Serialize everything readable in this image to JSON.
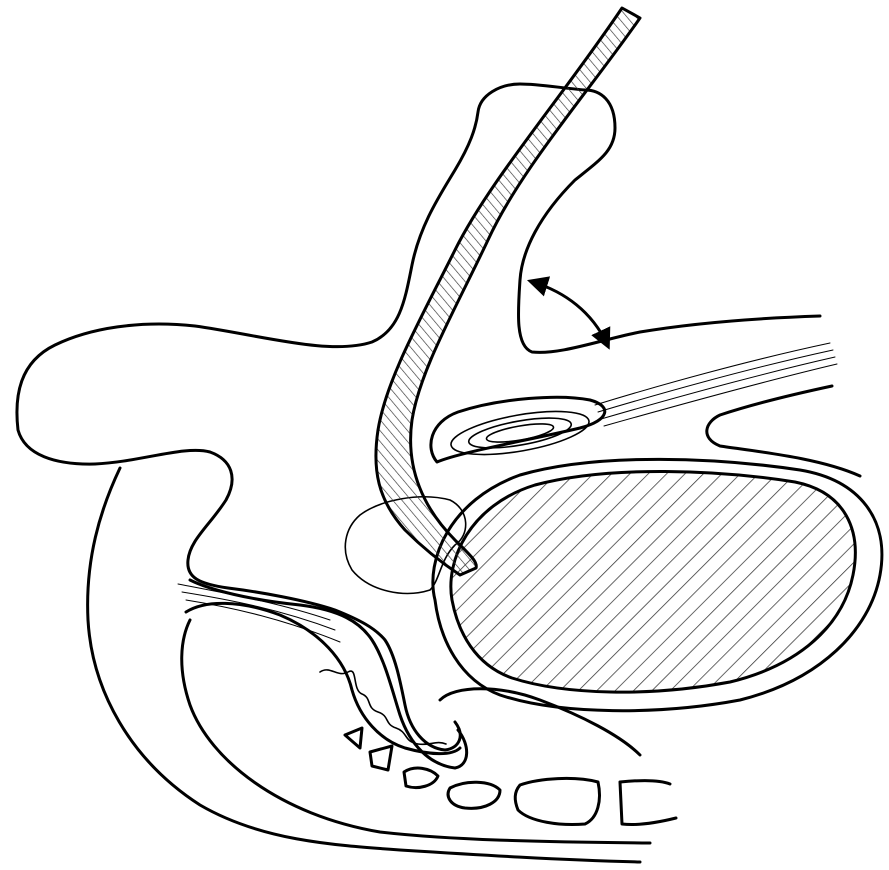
{
  "figure": {
    "kind": "anatomical-line-drawing",
    "view": "sagittal-section",
    "hatched_regions": [
      "catheter",
      "bladder-contents"
    ],
    "annotations": {
      "arrow": "double-headed-curved"
    }
  },
  "colors": {
    "ink": "#000000",
    "paper": "#ffffff",
    "hatch": "#333333"
  }
}
